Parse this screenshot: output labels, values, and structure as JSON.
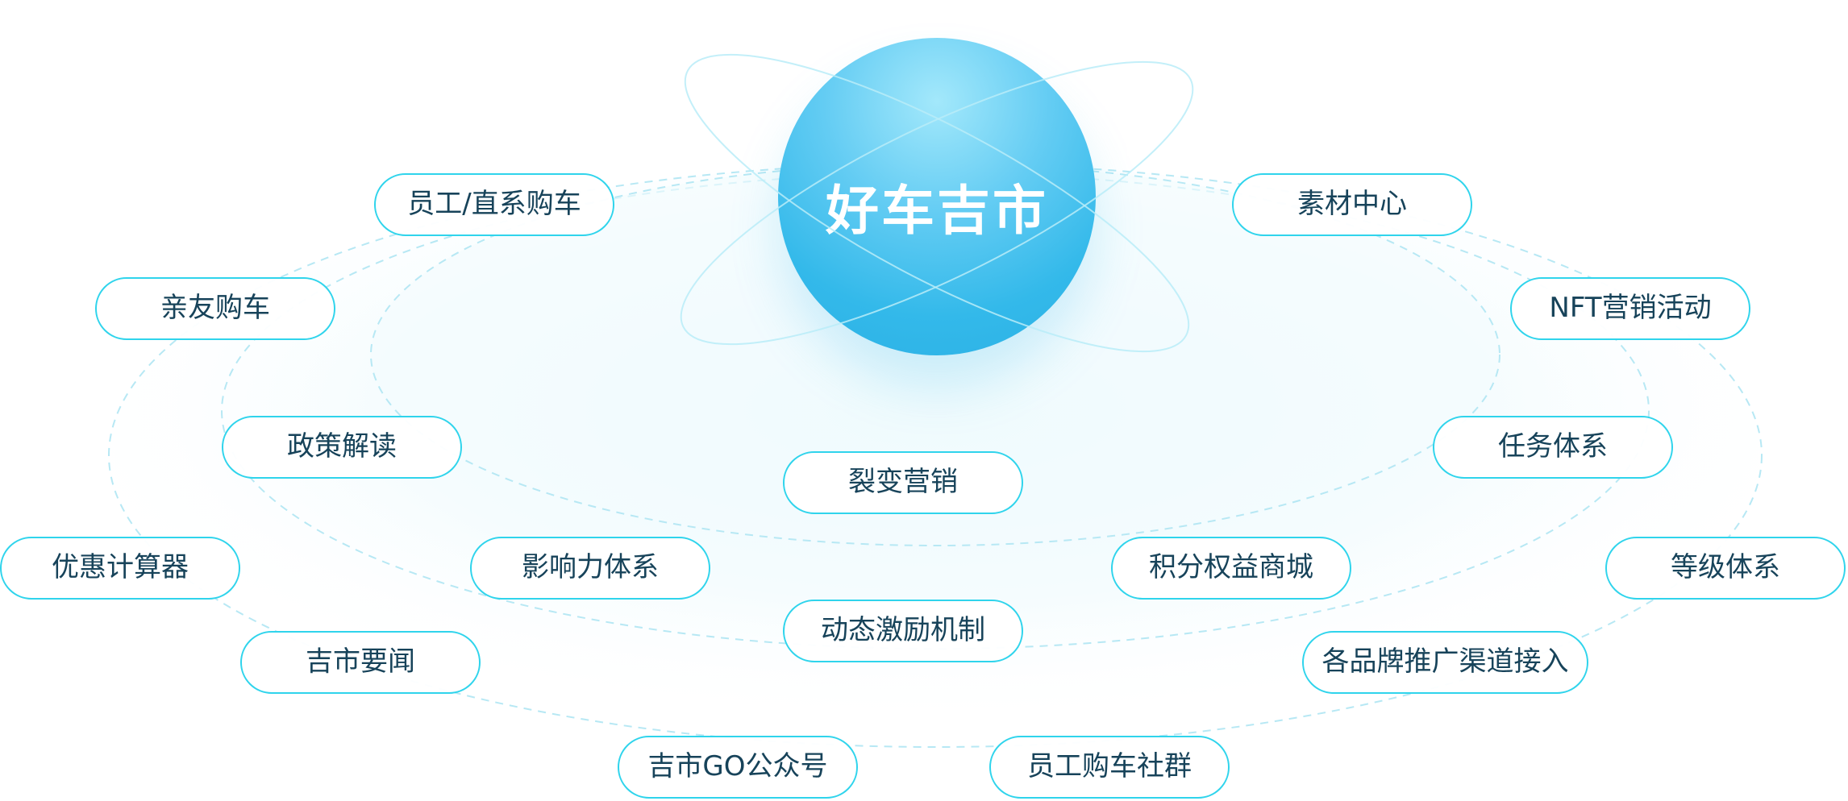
{
  "hub": {
    "title": "好车吉市",
    "color_light": "#a3e8fb",
    "color_dark": "#2bb0e4"
  },
  "accent_color": "#2fd4ec",
  "text_color": "#17435a",
  "nodes": [
    {
      "id": "employee-direct-purchase",
      "label": "员工/直系购车"
    },
    {
      "id": "friends-family-purchase",
      "label": "亲友购车"
    },
    {
      "id": "policy-interpretation",
      "label": "政策解读"
    },
    {
      "id": "discount-calculator",
      "label": "优惠计算器"
    },
    {
      "id": "influence-system",
      "label": "影响力体系"
    },
    {
      "id": "jishi-news",
      "label": "吉市要闻"
    },
    {
      "id": "jishi-go-official-account",
      "label": "吉市GO公众号"
    },
    {
      "id": "fission-marketing",
      "label": "裂变营销"
    },
    {
      "id": "dynamic-incentive",
      "label": "动态激励机制"
    },
    {
      "id": "employee-car-community",
      "label": "员工购车社群"
    },
    {
      "id": "points-rights-mall",
      "label": "积分权益商城"
    },
    {
      "id": "brand-channel-access",
      "label": "各品牌推广渠道接入"
    },
    {
      "id": "material-center",
      "label": "素材中心"
    },
    {
      "id": "nft-marketing",
      "label": "NFT营销活动"
    },
    {
      "id": "task-system",
      "label": "任务体系"
    },
    {
      "id": "level-system",
      "label": "等级体系"
    }
  ]
}
